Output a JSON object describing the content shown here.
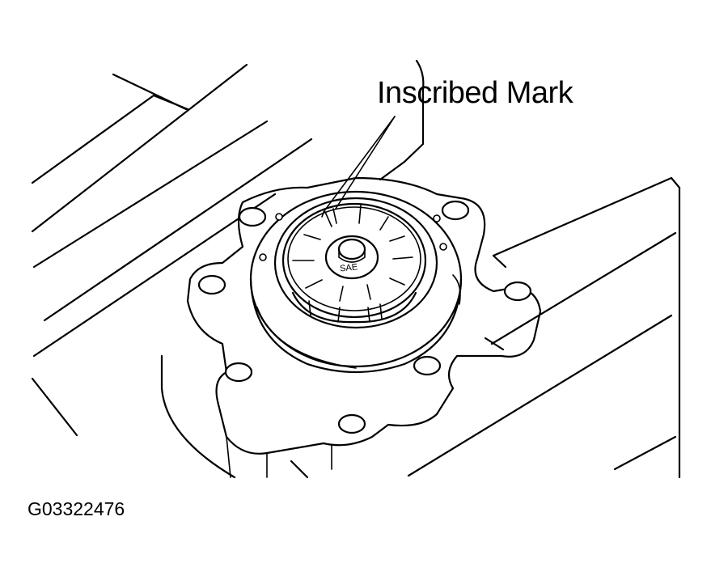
{
  "callout": {
    "label": "Inscribed Mark"
  },
  "figure": {
    "id": "G03322476",
    "stamp_text": "SAE"
  },
  "colors": {
    "ink": "#000000",
    "paper": "#ffffff"
  }
}
